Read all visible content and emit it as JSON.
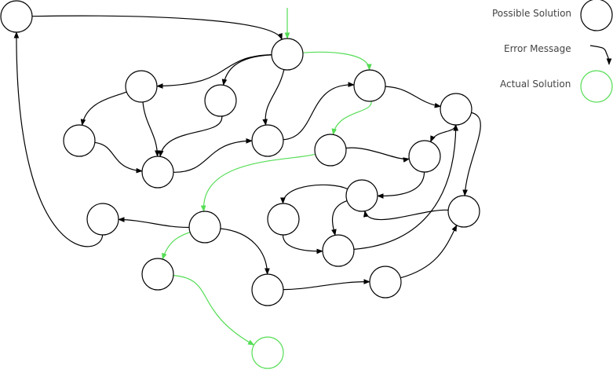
{
  "legend": {
    "possible_solution": "Possible Solution",
    "error_message": "Error Message",
    "actual_solution": "Actual Solution"
  },
  "colors": {
    "node_stroke": "#000000",
    "edge": "#000000",
    "solution": "#55dd55",
    "text": "#444444"
  },
  "nodes": [
    {
      "id": "n0"
    },
    {
      "id": "n1"
    },
    {
      "id": "n2"
    },
    {
      "id": "n3"
    },
    {
      "id": "n4"
    },
    {
      "id": "n5"
    },
    {
      "id": "n6"
    },
    {
      "id": "n7"
    },
    {
      "id": "n8"
    },
    {
      "id": "n9"
    },
    {
      "id": "n10"
    },
    {
      "id": "n11"
    },
    {
      "id": "n12"
    },
    {
      "id": "n13"
    },
    {
      "id": "n14"
    },
    {
      "id": "n15"
    },
    {
      "id": "n16"
    },
    {
      "id": "n17"
    },
    {
      "id": "n18"
    },
    {
      "id": "n19"
    },
    {
      "id": "n20"
    },
    {
      "id": "n21"
    },
    {
      "id": "goal",
      "solution": true
    }
  ],
  "edges": [
    {
      "from": "n0",
      "to": "n1"
    },
    {
      "from": "n1",
      "to": "n2"
    },
    {
      "from": "n1",
      "to": "n3"
    },
    {
      "from": "n1",
      "to": "n4"
    },
    {
      "from": "n1",
      "to": "n5",
      "solution": true
    },
    {
      "from": "n2",
      "to": "n6"
    },
    {
      "from": "n2",
      "to": "n7"
    },
    {
      "from": "n3",
      "to": "n7"
    },
    {
      "from": "n6",
      "to": "n7"
    },
    {
      "from": "n7",
      "to": "n4"
    },
    {
      "from": "n4",
      "to": "n5"
    },
    {
      "from": "n5",
      "to": "n8"
    },
    {
      "from": "n5",
      "to": "n9",
      "solution": true
    },
    {
      "from": "n8",
      "to": "n10"
    },
    {
      "from": "n8",
      "to": "n11"
    },
    {
      "from": "n9",
      "to": "n10"
    },
    {
      "from": "n9",
      "to": "n13",
      "solution": true
    },
    {
      "from": "n10",
      "to": "n12"
    },
    {
      "from": "n12",
      "to": "n14"
    },
    {
      "from": "n12",
      "to": "n15"
    },
    {
      "from": "n14",
      "to": "n15"
    },
    {
      "from": "n15",
      "to": "n8"
    },
    {
      "from": "n11",
      "to": "n12"
    },
    {
      "from": "n13",
      "to": "n16"
    },
    {
      "from": "n13",
      "to": "n18",
      "solution": true
    },
    {
      "from": "n13",
      "to": "n19"
    },
    {
      "from": "n16",
      "to": "n0"
    },
    {
      "from": "n18",
      "to": "goal",
      "solution": true
    },
    {
      "from": "n19",
      "to": "n20"
    },
    {
      "from": "n20",
      "to": "n11"
    }
  ]
}
